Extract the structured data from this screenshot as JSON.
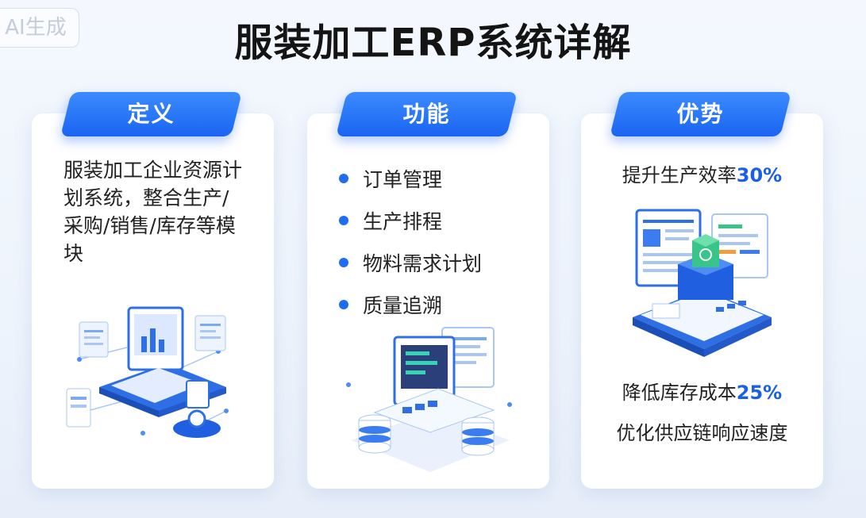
{
  "watermark": "AI生成",
  "title": "服装加工ERP系统详解",
  "cards": {
    "definition": {
      "tab": "定义",
      "text": "服装加工企业资源计划系统，整合生产/采购/销售/库存等模块"
    },
    "functions": {
      "tab": "功能",
      "items": [
        "订单管理",
        "生产排程",
        "物料需求计划",
        "质量追溯"
      ]
    },
    "advantages": {
      "tab": "优势",
      "line1": {
        "text": "提升生产效率",
        "value": "30%"
      },
      "line2": {
        "text": "降低库存成本",
        "value": "25%"
      },
      "line3": "优化供应链响应速度"
    }
  },
  "colors": {
    "accent": "#1f6df2",
    "highlight": "#1a5fe8",
    "title": "#141414"
  }
}
